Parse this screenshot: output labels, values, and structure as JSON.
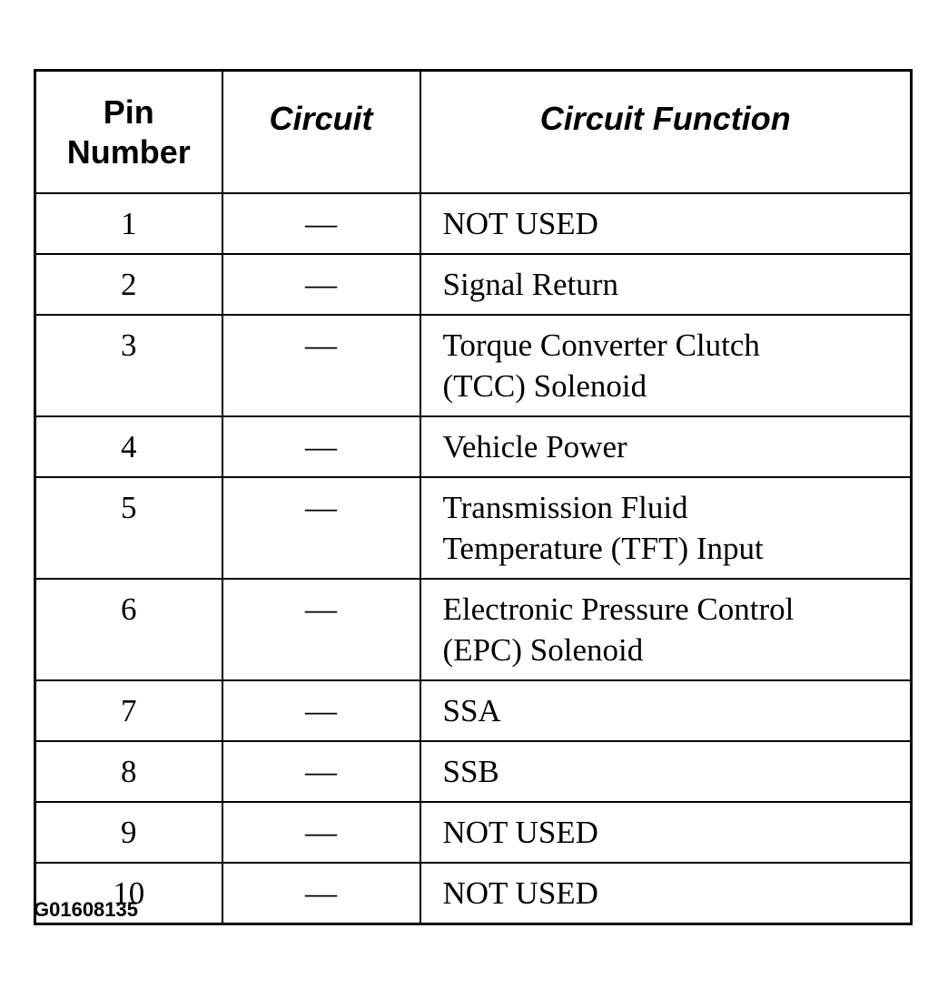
{
  "table": {
    "headers": {
      "pin": "Pin\nNumber",
      "circuit": "Circuit",
      "function": "Circuit Function"
    },
    "rows": [
      {
        "pin": "1",
        "circuit": "—",
        "function": "NOT USED"
      },
      {
        "pin": "2",
        "circuit": "—",
        "function": "Signal Return"
      },
      {
        "pin": "3",
        "circuit": "—",
        "function": "Torque Converter Clutch\n(TCC) Solenoid"
      },
      {
        "pin": "4",
        "circuit": "—",
        "function": "Vehicle Power"
      },
      {
        "pin": "5",
        "circuit": "—",
        "function": "Transmission Fluid\nTemperature (TFT) Input"
      },
      {
        "pin": "6",
        "circuit": "—",
        "function": "Electronic Pressure Control\n(EPC) Solenoid"
      },
      {
        "pin": "7",
        "circuit": "—",
        "function": "SSA"
      },
      {
        "pin": "8",
        "circuit": "—",
        "function": "SSB"
      },
      {
        "pin": "9",
        "circuit": "—",
        "function": "NOT USED"
      },
      {
        "pin": "10",
        "circuit": "—",
        "function": "NOT USED"
      }
    ]
  },
  "figure_id": "G01608135"
}
